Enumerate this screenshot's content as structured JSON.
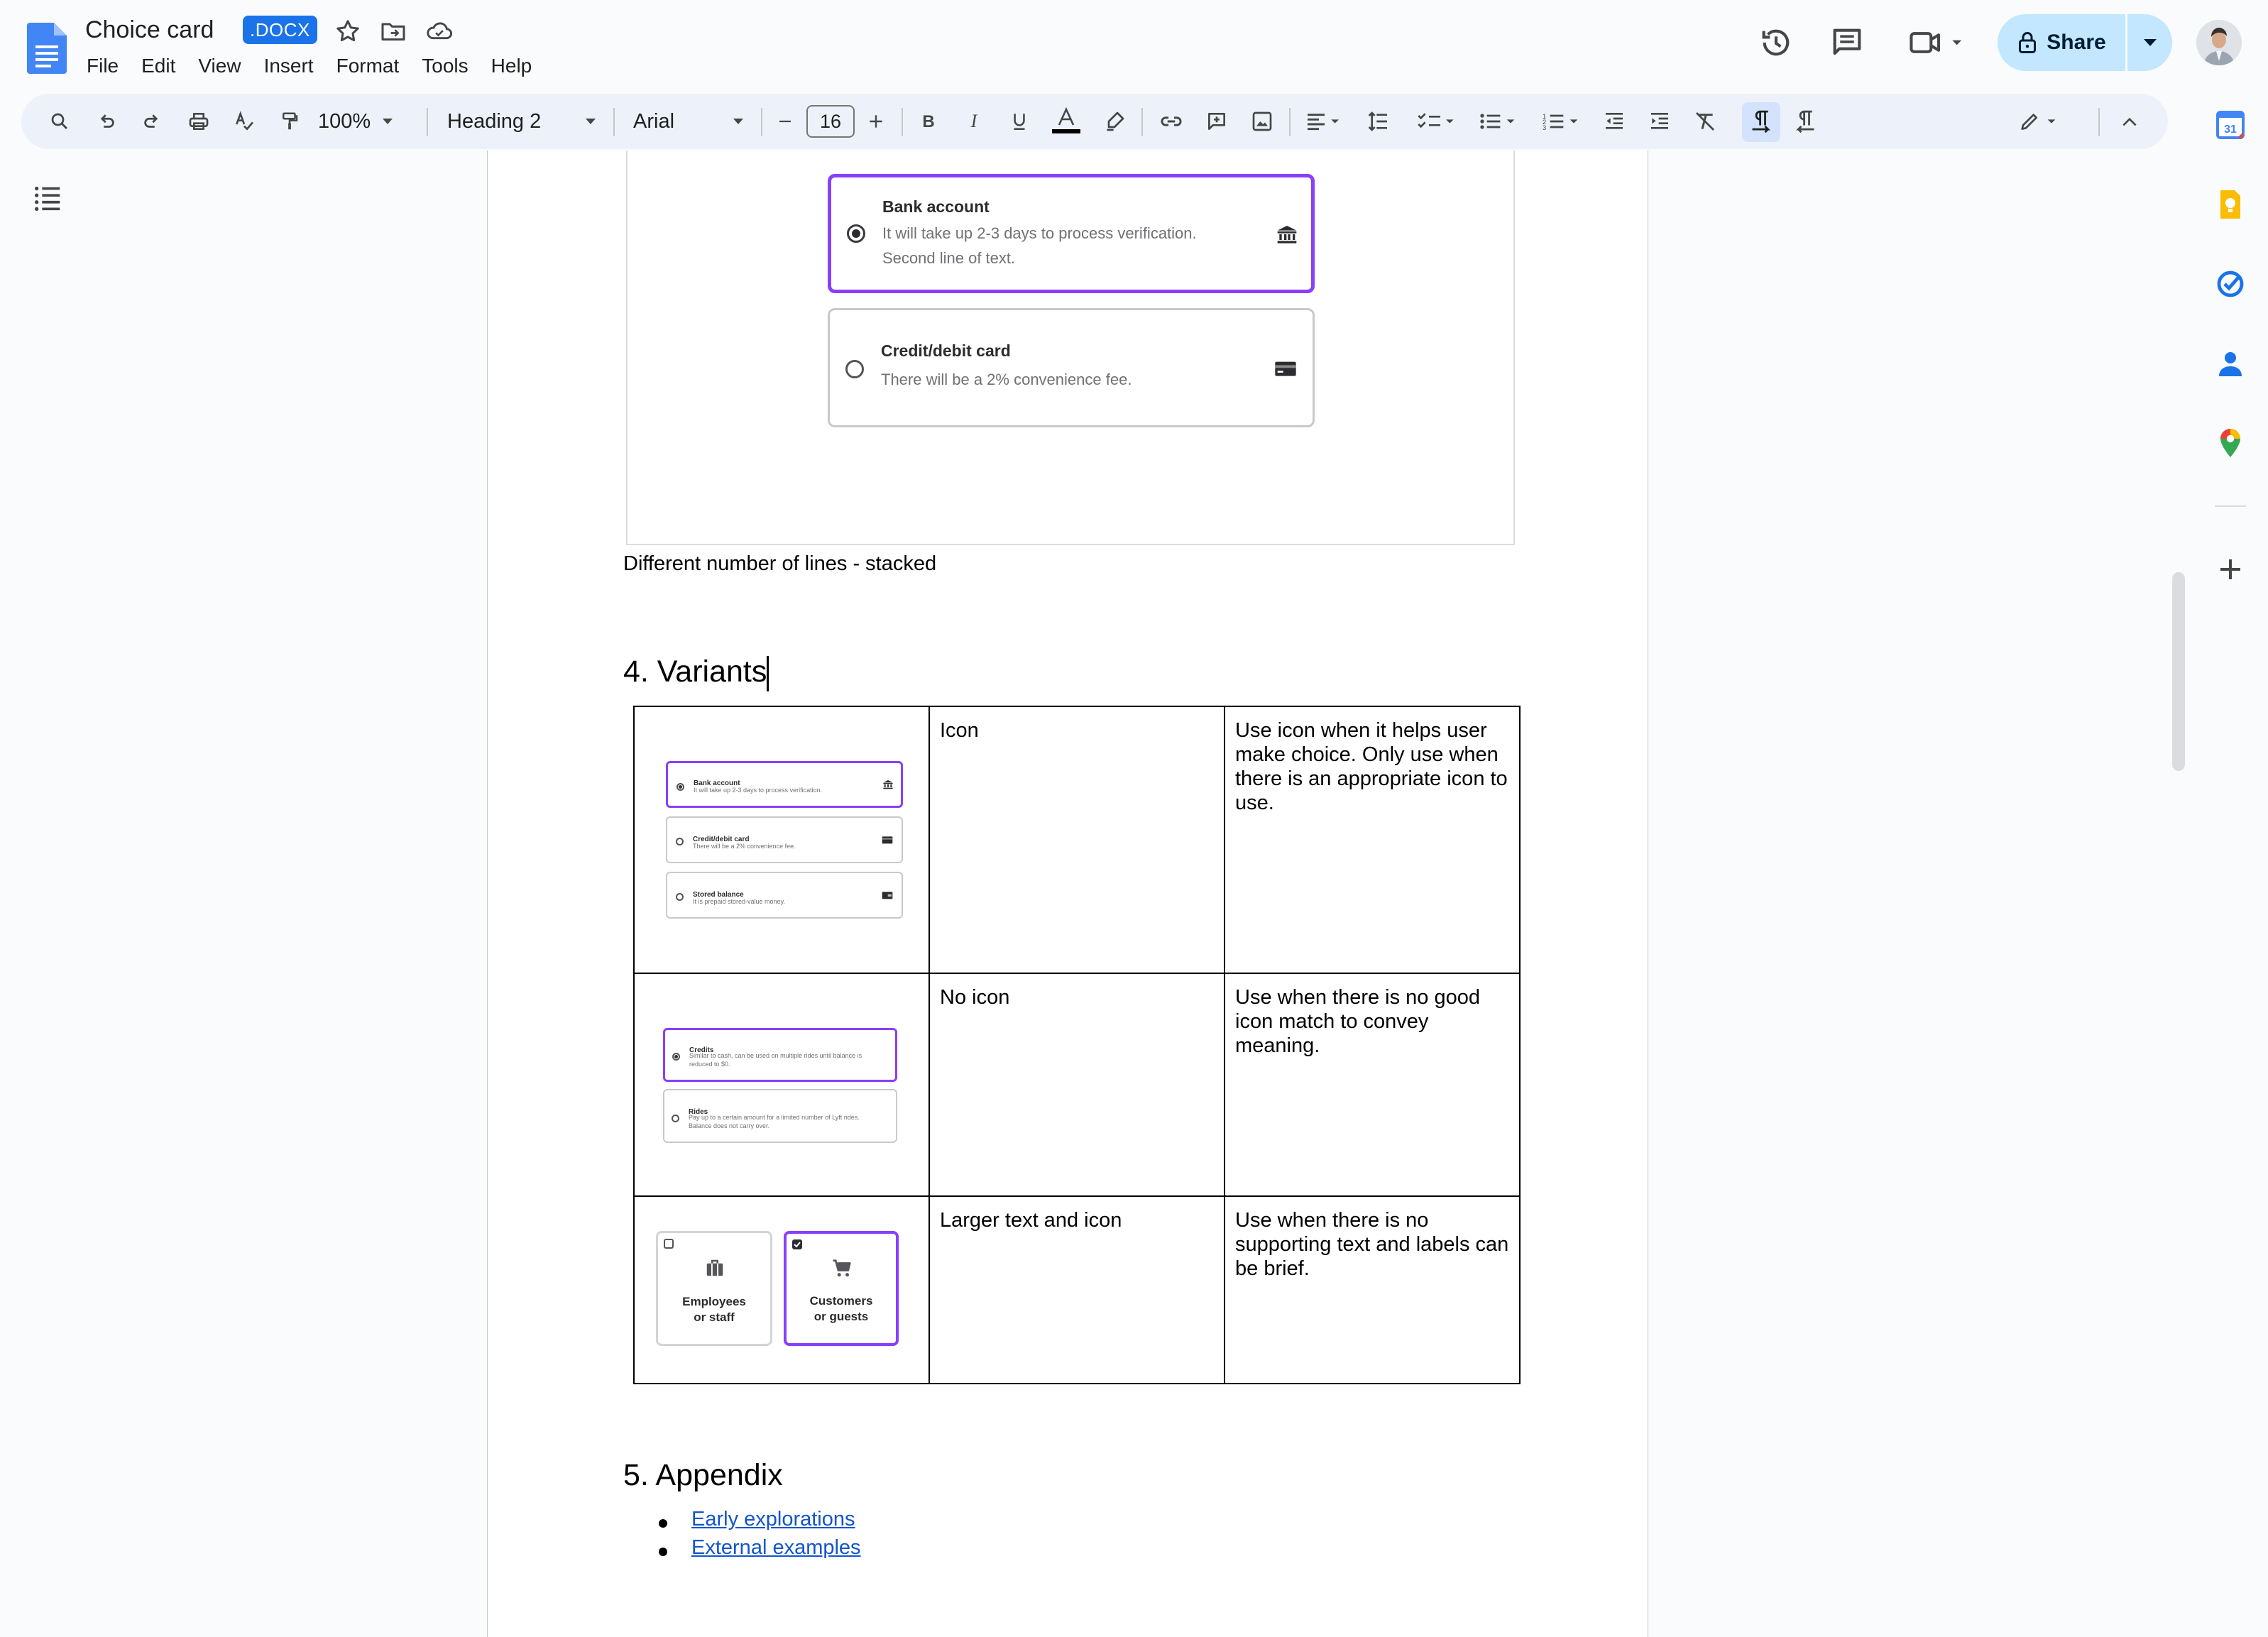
{
  "doc": {
    "title": "Choice card",
    "badge": ".DOCX",
    "menu": [
      "File",
      "Edit",
      "View",
      "Insert",
      "Format",
      "Tools",
      "Help"
    ]
  },
  "header": {
    "share_label": "Share"
  },
  "toolbar": {
    "zoom": "100%",
    "style": "Heading 2",
    "font": "Arial",
    "font_size": "16"
  },
  "embed": {
    "cards": [
      {
        "title": "Bank account",
        "desc": "It will take up 2-3 days to process verification.",
        "desc2": "Second line of text.",
        "selected": true,
        "icon": "bank-icon"
      },
      {
        "title": "Credit/debit card",
        "desc": "There will be a 2% convenience fee.",
        "selected": false,
        "icon": "card-icon"
      }
    ],
    "caption": "Different number of lines - stacked"
  },
  "section4": {
    "heading": "4. Variants",
    "rows": [
      {
        "name": "Icon",
        "desc": "Use icon when it helps user make choice. Only use when there is an appropriate icon to use.",
        "preview": [
          {
            "title": "Bank account",
            "desc": "It will take up 2-3 days to process verification.",
            "selected": true
          },
          {
            "title": "Credit/debit card",
            "desc": "There will be a 2% convenience fee.",
            "selected": false
          },
          {
            "title": "Stored balance",
            "desc": "It is prepaid stored-value money.",
            "selected": false
          }
        ]
      },
      {
        "name": "No icon",
        "desc": "Use when there is no good icon match to convey meaning.",
        "preview": [
          {
            "title": "Credits",
            "desc": "Similar to cash, can be used on multiple rides until balance is reduced to $0.",
            "selected": true
          },
          {
            "title": "Rides",
            "desc": "Pay up to a certain amount for a limited number of Lyft rides. Balance does not carry over.",
            "selected": false
          }
        ]
      },
      {
        "name": "Larger text and icon",
        "desc": "Use when there is no supporting text and labels can be brief.",
        "preview": [
          {
            "label1": "Employees",
            "label2": "or staff",
            "selected": false,
            "icon": "briefcase-icon"
          },
          {
            "label1": "Customers",
            "label2": "or guests",
            "selected": true,
            "icon": "cart-icon"
          }
        ]
      }
    ]
  },
  "section5": {
    "heading": "5. Appendix",
    "links": [
      "Early explorations",
      "External examples"
    ]
  },
  "colors": {
    "accent": "#8a3ffc",
    "share_bg": "#c2e7ff",
    "toolbar_bg": "#edf2fa",
    "link": "#1155cc"
  }
}
